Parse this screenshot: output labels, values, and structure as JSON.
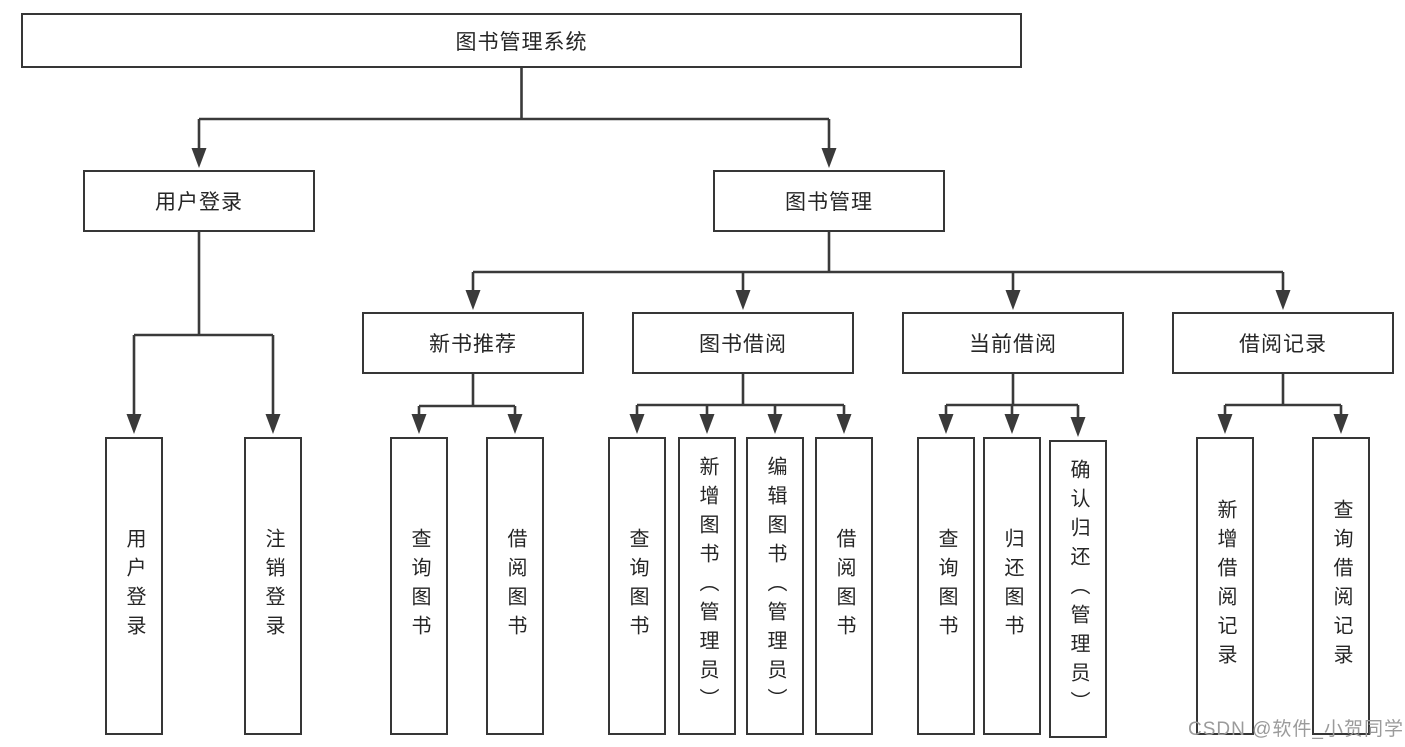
{
  "colors": {
    "line": "#3a3a3a",
    "box_border": "#363636",
    "box_fill": "#ffffff",
    "text": "#262626",
    "background": "#ffffff",
    "watermark": "#9b9b9b"
  },
  "root": {
    "label": "图书管理系统"
  },
  "level2": [
    {
      "label": "用户登录"
    },
    {
      "label": "图书管理"
    }
  ],
  "level3": [
    {
      "label": "新书推荐"
    },
    {
      "label": "图书借阅"
    },
    {
      "label": "当前借阅"
    },
    {
      "label": "借阅记录"
    }
  ],
  "leaves": {
    "user_login": [
      {
        "label": "用户登录"
      },
      {
        "label": "注销登录"
      }
    ],
    "new_book": [
      {
        "label": "查询图书"
      },
      {
        "label": "借阅图书"
      }
    ],
    "book_borrow": [
      {
        "label": "查询图书"
      },
      {
        "label": "新增图书（管理员）"
      },
      {
        "label": "编辑图书（管理员）"
      },
      {
        "label": "借阅图书"
      }
    ],
    "current_borrow": [
      {
        "label": "查询图书"
      },
      {
        "label": "归还图书"
      },
      {
        "label": "确认归还（管理员）"
      }
    ],
    "borrow_record": [
      {
        "label": "新增借阅记录"
      },
      {
        "label": "查询借阅记录"
      }
    ]
  },
  "watermark": {
    "text": "CSDN @软件_小贺同学"
  }
}
